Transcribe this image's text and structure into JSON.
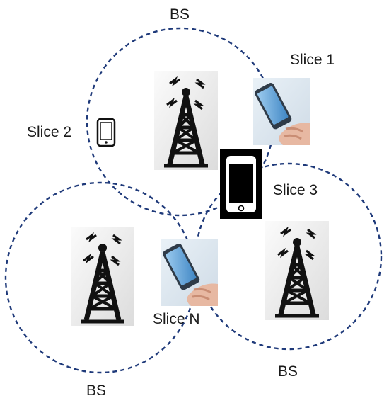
{
  "colors": {
    "coverage_circle": "#1f3a7a",
    "tower": "#111111",
    "tower_bg": "#f2f2f2",
    "phone_screen": "#5aa0d8",
    "hand_skin": "#e7b8a2"
  },
  "base_stations": [
    {
      "label": "BS",
      "icon": "cell-tower-icon"
    },
    {
      "label": "BS",
      "icon": "cell-tower-icon"
    },
    {
      "label": "BS",
      "icon": "cell-tower-icon"
    }
  ],
  "slices": [
    {
      "label": "Slice 1",
      "icon": "hand-holding-phone-icon"
    },
    {
      "label": "Slice 2",
      "icon": "small-phone-icon"
    },
    {
      "label": "Slice 3",
      "icon": "large-phone-icon"
    },
    {
      "label": "Slice N",
      "icon": "hand-holding-phone-icon"
    }
  ]
}
